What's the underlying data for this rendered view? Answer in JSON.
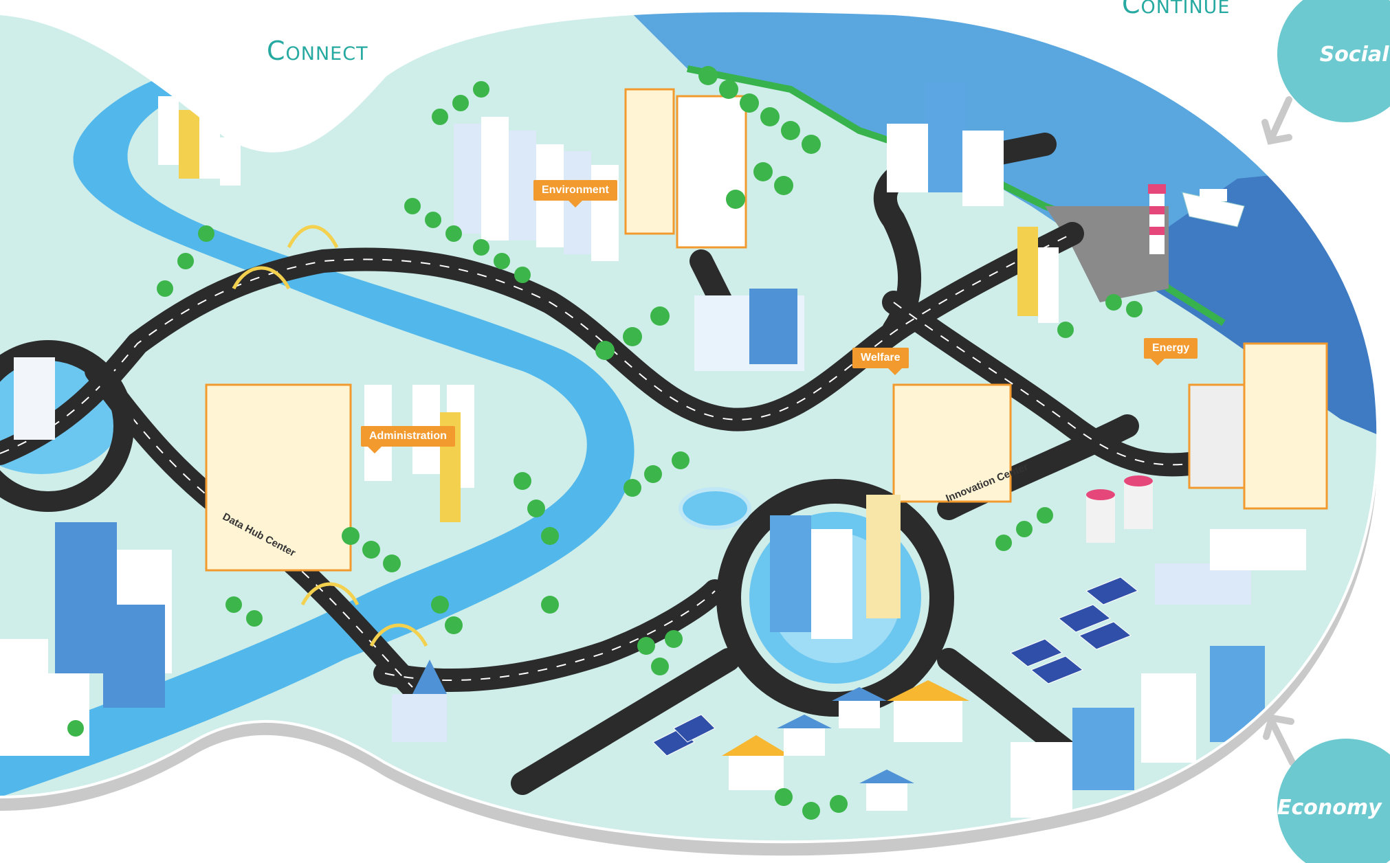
{
  "headings": {
    "connect": "Connect",
    "continue": "Continue"
  },
  "bubbles": {
    "social": "Social",
    "economy": "Economy"
  },
  "tags": {
    "environment": "Environment",
    "administration": "Administration",
    "welfare": "Welfare",
    "energy": "Energy"
  },
  "signs": {
    "data_hub_center": "Data Hub Center",
    "innovation_center": "Innovation Center"
  },
  "colors": {
    "heading": "#26a9a0",
    "bubble": "#6cc9cf",
    "tag": "#f29a2e",
    "ground": "#cfeee9",
    "water": "#4fb3e6",
    "sea_dark": "#3f7bc3",
    "road": "#2b2b2b"
  }
}
